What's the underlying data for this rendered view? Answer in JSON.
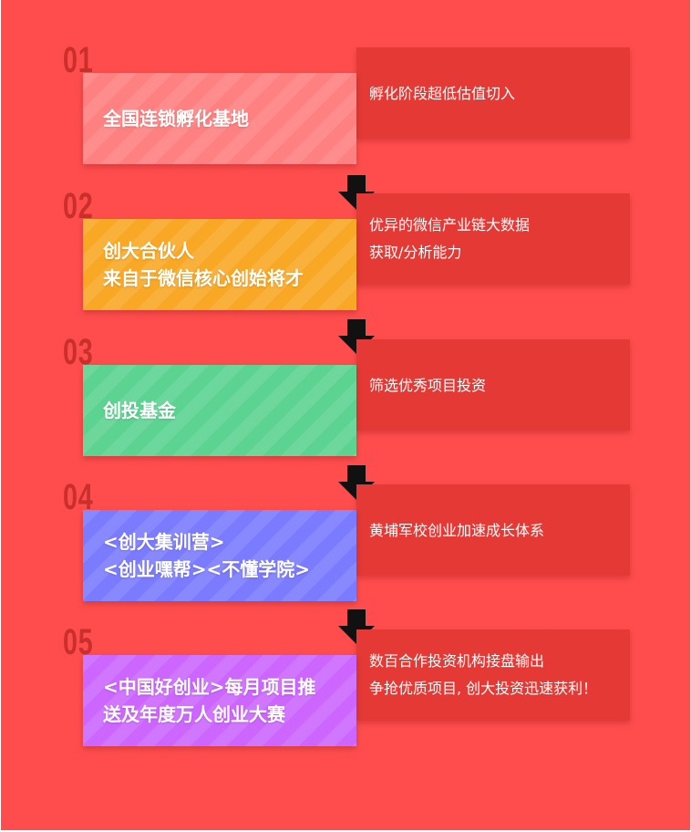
{
  "colors": {
    "background": "#ff4d4d",
    "desc_box": "#e53935",
    "number": "#c9302c",
    "arrow": "#111111"
  },
  "steps": [
    {
      "number": "01",
      "card_text": "全国连锁孵化基地",
      "card_color": "#ff8080",
      "desc": "孵化阶段超低估值切入"
    },
    {
      "number": "02",
      "card_text": "创大合伙人\n来自于微信核心创始将才",
      "card_color": "#f9a825",
      "desc": "优异的微信产业链大数据\n获取/分析能力"
    },
    {
      "number": "03",
      "card_text": "创投基金",
      "card_color": "#5cd391",
      "desc": "筛选优秀项目投资"
    },
    {
      "number": "04",
      "card_text": "<创大集训营>\n<创业嘿帮><不懂学院>",
      "card_color": "#7b7bff",
      "desc": "黄埔军校创业加速成长体系"
    },
    {
      "number": "05",
      "card_text": "<中国好创业>每月项目推\n送及年度万人创业大赛",
      "card_color": "#cc66ff",
      "desc": "数百合作投资机构接盘输出\n争抢优质项目, 创大投资迅速获利！"
    }
  ],
  "arrows": [
    "down-arrow",
    "down-arrow",
    "down-arrow",
    "down-arrow"
  ]
}
